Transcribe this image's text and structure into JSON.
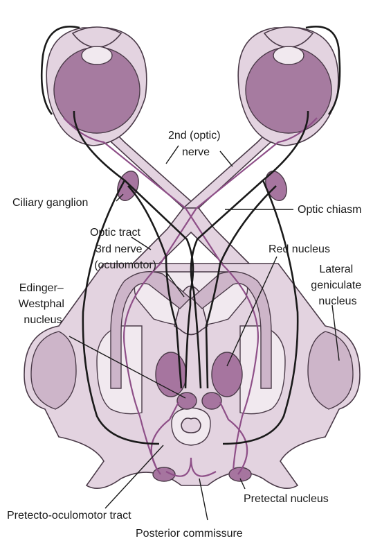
{
  "labels": {
    "optic_nerve": [
      "2nd (optic)",
      "nerve"
    ],
    "ciliary_ganglion": "Ciliary ganglion",
    "optic_chiasm": "Optic chiasm",
    "optic_tract": "Optic tract",
    "third_nerve": [
      "3rd nerve",
      "(oculomotor)"
    ],
    "red_nucleus": "Red nucleus",
    "lateral_geniculate": [
      "Lateral",
      "geniculate",
      "nucleus"
    ],
    "edinger_westphal": [
      "Edinger–",
      "Westphal",
      "nucleus"
    ],
    "pretecto_oculomotor": "Pretecto-oculomotor tract",
    "pretectal_nucleus": "Pretectal nucleus",
    "posterior_commissure": "Posterior commissure"
  },
  "colors": {
    "tissue_light": "#e3d3e0",
    "tissue_mid": "#cdb5c9",
    "tissue_dark": "#a6759f",
    "pathway_purple": "#8e4f88",
    "pathway_black": "#1a1a1a"
  }
}
